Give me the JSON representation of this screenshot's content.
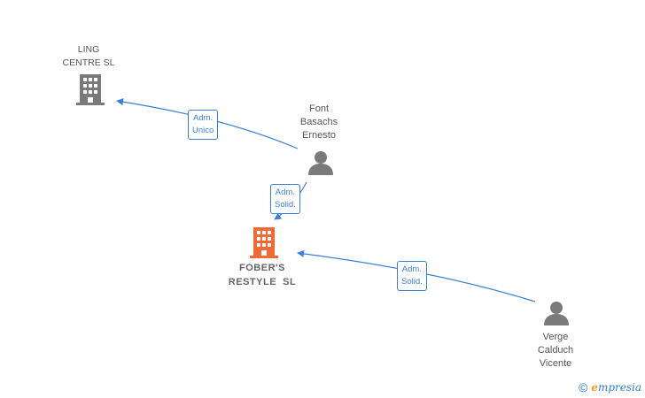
{
  "nodes": {
    "ling_centre": {
      "line1": "LING",
      "line2": "CENTRE SL"
    },
    "font_basachs": {
      "line1": "Font",
      "line2": "Basachs",
      "line3": "Ernesto"
    },
    "fobers": {
      "line1": "FOBER'S",
      "line2": "RESTYLE  SL"
    },
    "verge_calduch": {
      "line1": "Verge",
      "line2": "Calduch",
      "line3": "Vicente"
    }
  },
  "relations": {
    "font_to_ling": {
      "line1": "Adm.",
      "line2": "Unico"
    },
    "font_to_fobers": {
      "line1": "Adm.",
      "line2": "Solid."
    },
    "verge_to_fobers": {
      "line1": "Adm.",
      "line2": "Solid."
    }
  },
  "brand": {
    "copyright": "©",
    "name_initial": "e",
    "name_rest": "mpresia"
  },
  "colors": {
    "edge": "#3a7fd5",
    "company_icon": "#7a7a7a",
    "main_company_icon": "#f06a35",
    "person_icon": "#7a7a7a"
  }
}
